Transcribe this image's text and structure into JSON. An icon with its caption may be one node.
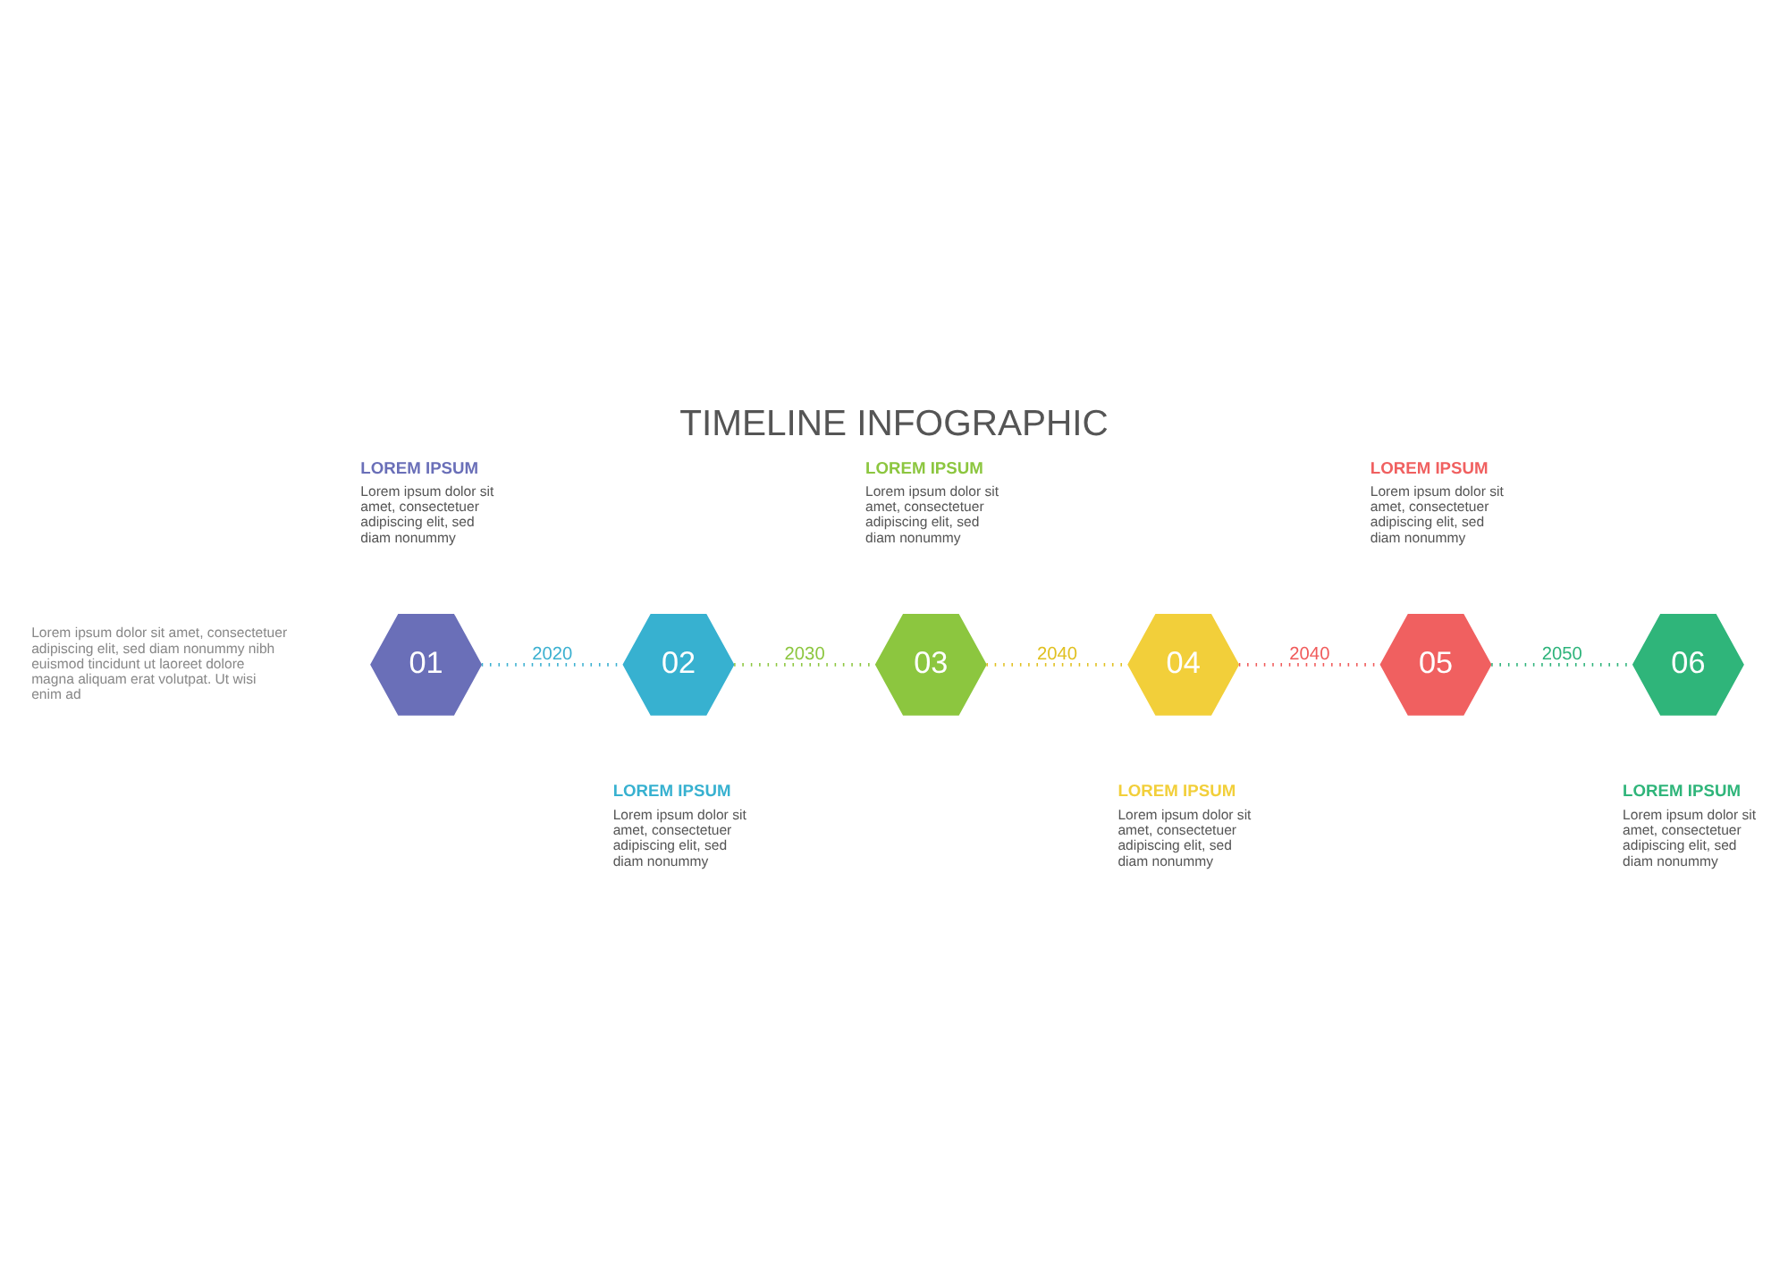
{
  "diagram": {
    "title": "TIMELINE INFOGRAPHIC",
    "nodes": [
      {
        "text": [
          "01"
        ],
        "beside": [
          "LOREM IPSUM",
          "Lorem ipsum dolor sit amet, consectetuer adipiscing elit, sed diam nonummy"
        ]
      },
      {
        "text": [
          "02"
        ],
        "beside": [
          "LOREM IPSUM",
          "Lorem ipsum dolor sit amet, consectetuer adipiscing elit, sed diam nonummy"
        ]
      },
      {
        "text": [
          "03"
        ],
        "beside": [
          "LOREM IPSUM",
          "Lorem ipsum dolor sit amet, consectetuer adipiscing elit, sed diam nonummy"
        ]
      },
      {
        "text": [
          "04"
        ],
        "beside": [
          "LOREM IPSUM",
          "Lorem ipsum dolor sit amet, consectetuer adipiscing elit, sed diam nonummy"
        ]
      },
      {
        "text": [
          "05"
        ],
        "beside": [
          "LOREM IPSUM",
          "Lorem ipsum dolor sit amet, consectetuer adipiscing elit, sed diam nonummy"
        ]
      },
      {
        "text": [
          "06"
        ],
        "beside": [
          "LOREM IPSUM",
          "Lorem ipsum dolor sit amet, consectetuer adipiscing elit, sed diam nonummy"
        ]
      }
    ],
    "edges": [
      {
        "from": 0,
        "to": 1,
        "arrow": "none",
        "label": "2020",
        "color": "#3bb0d0"
      },
      {
        "from": 1,
        "to": 2,
        "arrow": "none",
        "label": "2030",
        "color": "#8cc63f"
      },
      {
        "from": 2,
        "to": 3,
        "arrow": "none",
        "label": "2040",
        "color": "#e0c020"
      },
      {
        "from": 3,
        "to": 4,
        "arrow": "none",
        "label": "2040",
        "color": "#f05a5a"
      },
      {
        "from": 4,
        "to": 5,
        "arrow": "none",
        "label": "2050",
        "color": "#2db37a"
      }
    ],
    "labels": [
      "Lorem ipsum dolor sit amet, consectetuer adipiscing elit, sed diam nonummy nibh euismod tincidunt ut laoreet dolore magna aliquam erat volutpat. Ut wisi enim ad"
    ]
  }
}
